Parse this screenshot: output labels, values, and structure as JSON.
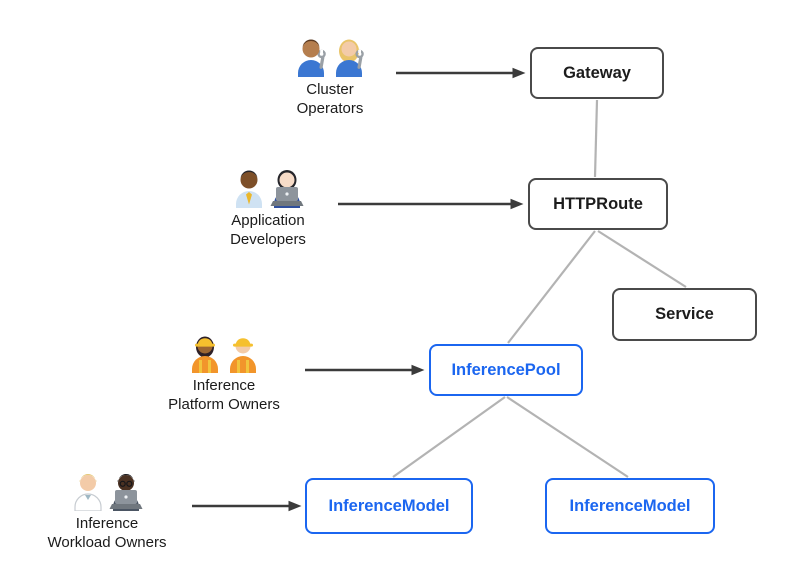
{
  "colors": {
    "node_border": "#4a4a4a",
    "node_text": "#1c1c1c",
    "extension_blue": "#1b66f0",
    "connector_gray": "#b3b3b3",
    "arrow_dark": "#3b3b3b"
  },
  "nodes": {
    "gateway": {
      "label": "Gateway"
    },
    "httproute": {
      "label": "HTTPRoute"
    },
    "service": {
      "label": "Service"
    },
    "inference_pool": {
      "label": "InferencePool"
    },
    "inference_model_left": {
      "label": "InferenceModel"
    },
    "inference_model_right": {
      "label": "InferenceModel"
    }
  },
  "personas": {
    "cluster_operators": {
      "line1": "Cluster",
      "line2": "Operators",
      "icons": [
        "man-mechanic",
        "woman-mechanic"
      ]
    },
    "application_developers": {
      "line1": "Application",
      "line2": "Developers",
      "icons": [
        "man-office-worker",
        "woman-technologist"
      ]
    },
    "inference_platform_owners": {
      "line1": "Inference",
      "line2": "Platform Owners",
      "icons": [
        "woman-construction-worker",
        "man-construction-worker"
      ]
    },
    "inference_workload_owners": {
      "line1": "Inference",
      "line2": "Workload Owners",
      "icons": [
        "health-worker",
        "man-technologist"
      ]
    }
  },
  "edges": [
    {
      "from": "Gateway",
      "to": "HTTPRoute"
    },
    {
      "from": "HTTPRoute",
      "to": "Service"
    },
    {
      "from": "HTTPRoute",
      "to": "InferencePool"
    },
    {
      "from": "InferencePool",
      "to": "InferenceModel (left)"
    },
    {
      "from": "InferencePool",
      "to": "InferenceModel (right)"
    }
  ],
  "persona_arrows": [
    {
      "from": "Cluster Operators",
      "to": "Gateway"
    },
    {
      "from": "Application Developers",
      "to": "HTTPRoute"
    },
    {
      "from": "Inference Platform Owners",
      "to": "InferencePool"
    },
    {
      "from": "Inference Workload Owners",
      "to": "InferenceModel (left)"
    }
  ]
}
